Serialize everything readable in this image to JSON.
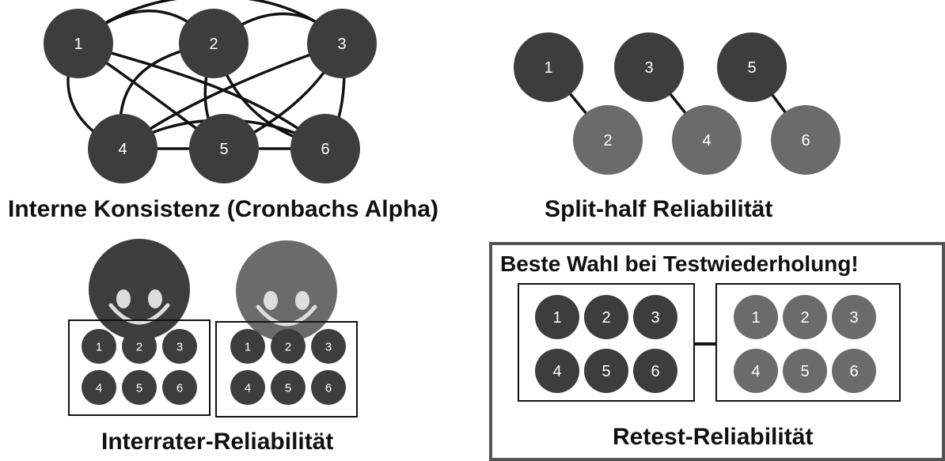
{
  "colors": {
    "dark_node": "#3d3d3d",
    "light_node": "#6b6b6b",
    "node_text": "#ffffff",
    "edge": "#111111",
    "frame": "#555555",
    "eye": "#dddddd"
  },
  "panels": {
    "internal_consistency": {
      "caption": "Interne Konsistenz (Cronbachs Alpha)",
      "nodes": [
        "1",
        "2",
        "3",
        "4",
        "5",
        "6"
      ]
    },
    "split_half": {
      "caption": "Split-half Reliabilität",
      "nodes": [
        "1",
        "2",
        "3",
        "4",
        "5",
        "6"
      ]
    },
    "interrater": {
      "caption": "Interrater-Reliabilität",
      "rater_icon": "smiley-face-icon",
      "rater_a_items": [
        "1",
        "2",
        "3",
        "4",
        "5",
        "6"
      ],
      "rater_b_items": [
        "1",
        "2",
        "3",
        "4",
        "5",
        "6"
      ]
    },
    "retest": {
      "heading": "Beste Wahl bei Testwiederholung!",
      "caption": "Retest-Reliabilität",
      "test_1_items": [
        "1",
        "2",
        "3",
        "4",
        "5",
        "6"
      ],
      "test_2_items": [
        "1",
        "2",
        "3",
        "4",
        "5",
        "6"
      ]
    }
  }
}
